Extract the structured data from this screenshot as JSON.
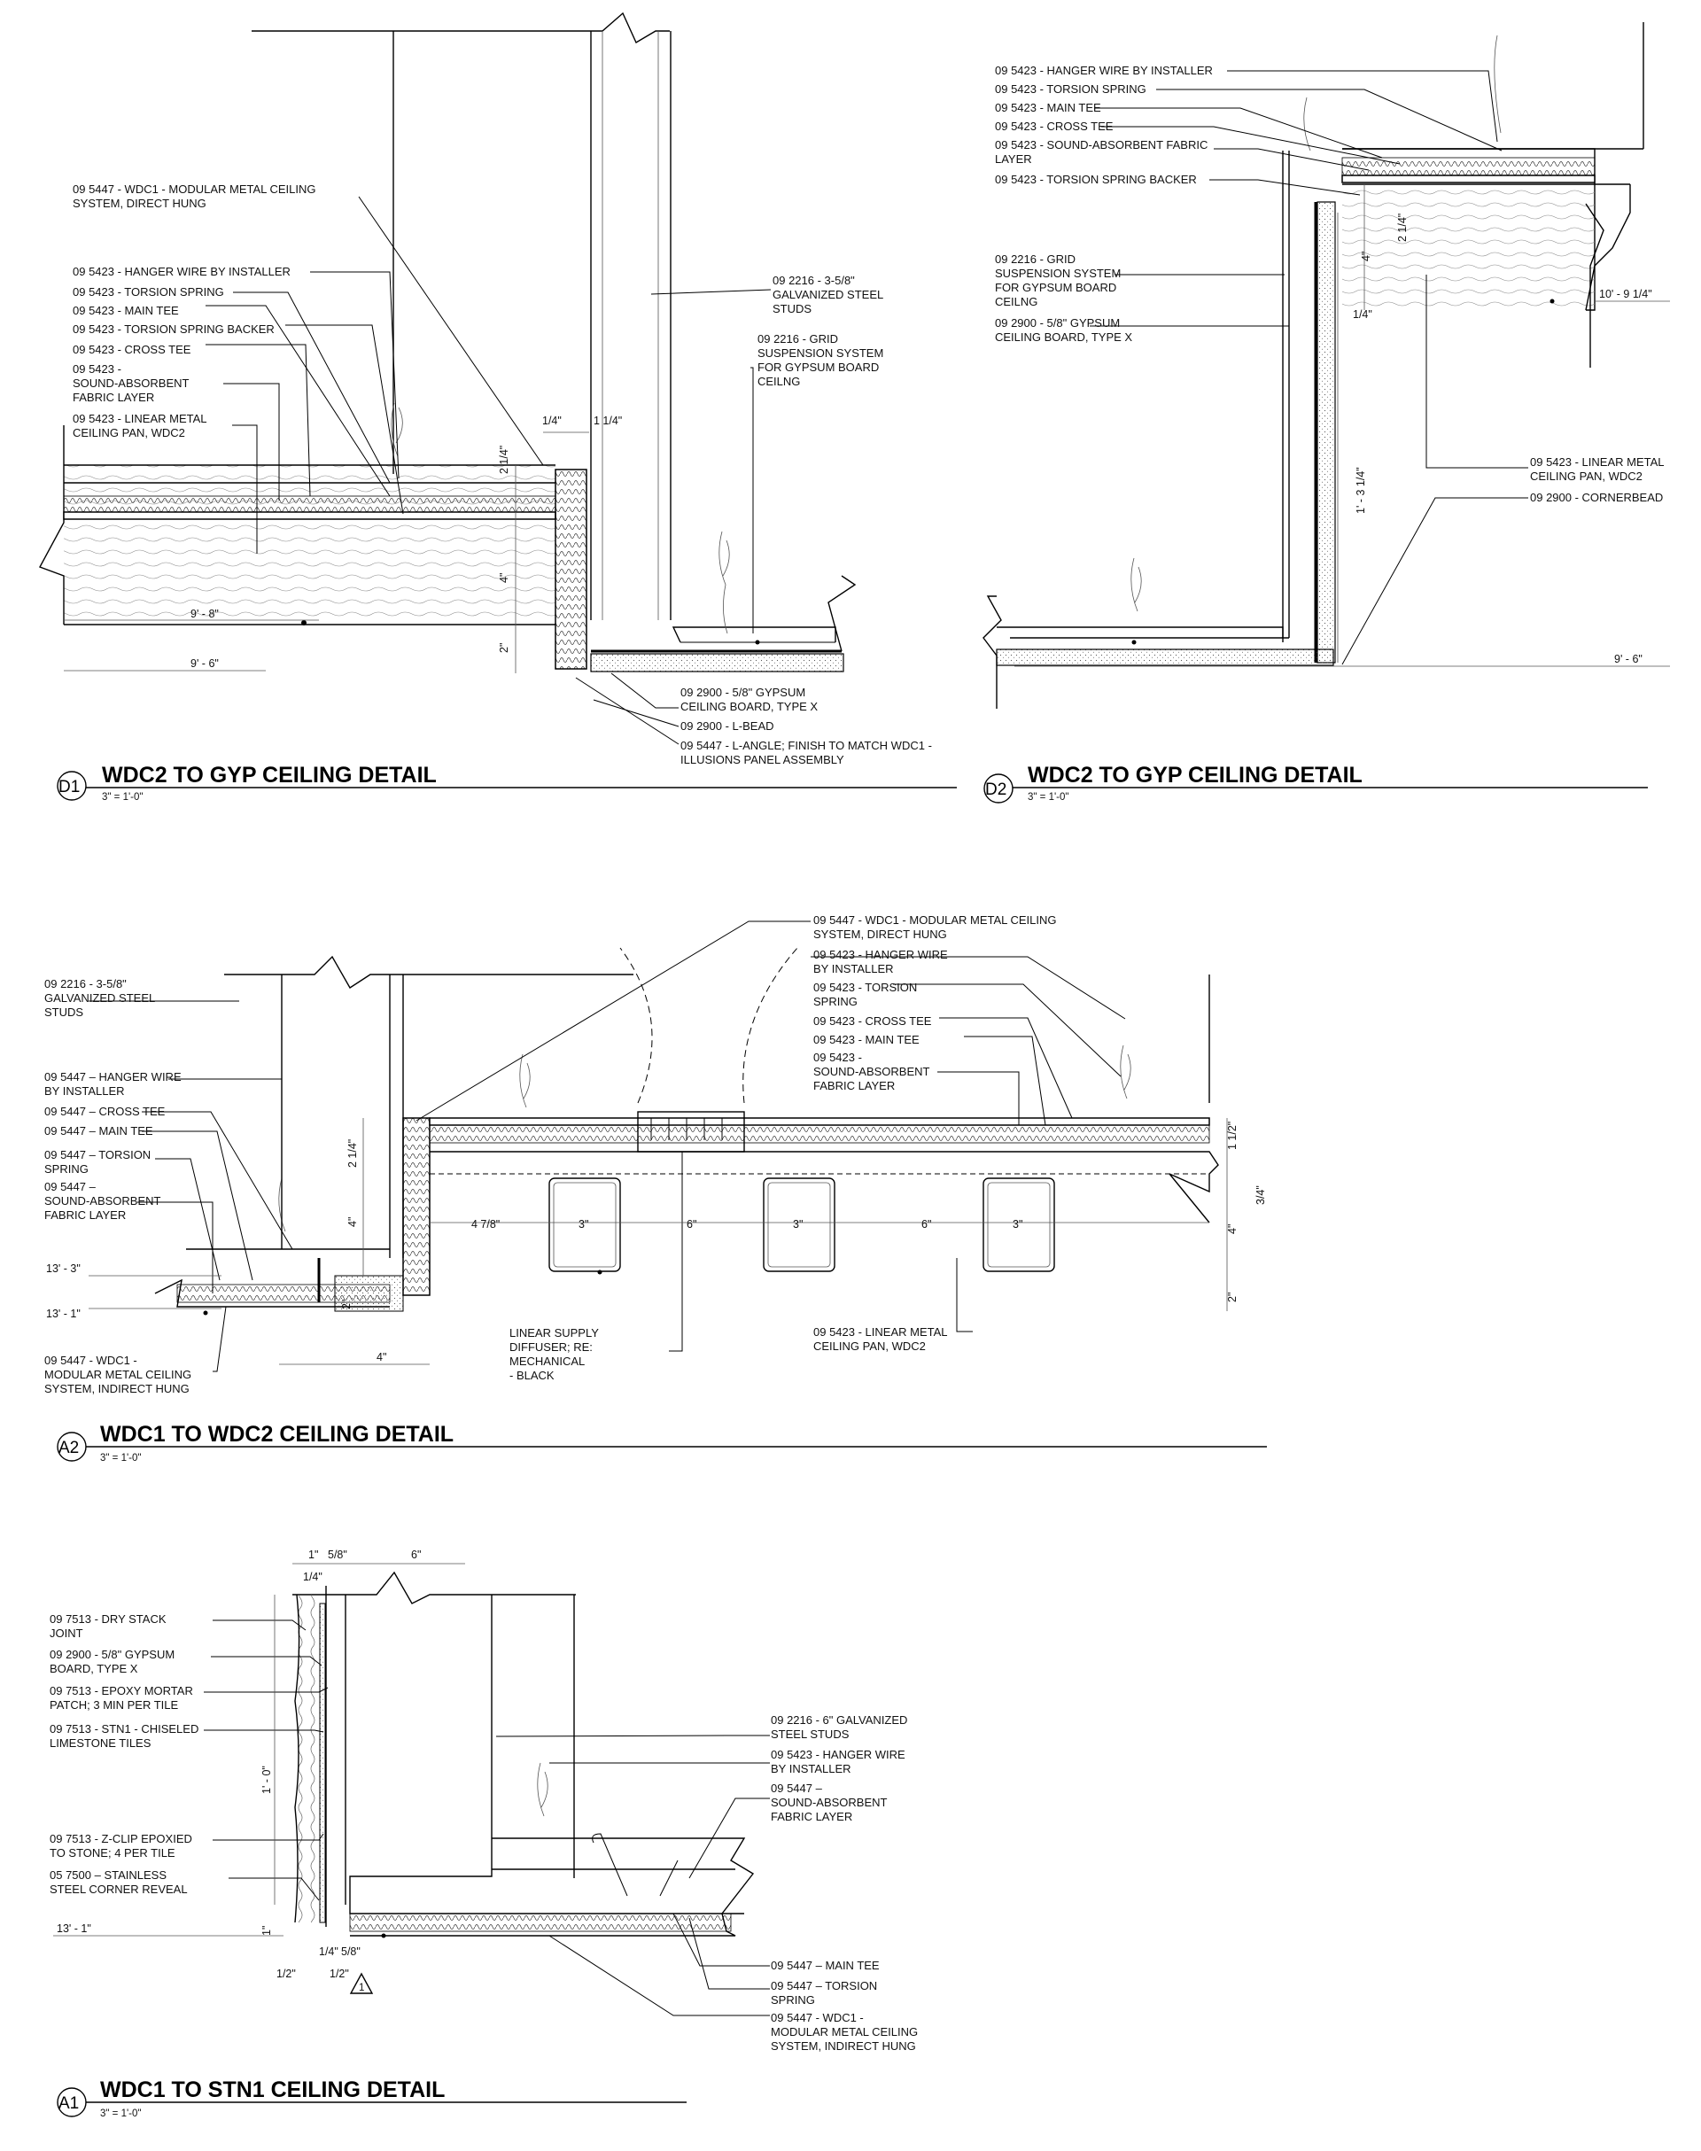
{
  "details": {
    "d1": {
      "tag": "D1",
      "title": "WDC2 TO GYP CEILING DETAIL",
      "scale": "3\" = 1'-0\"",
      "labels": [
        "09 5447 - WDC1 - MODULAR METAL CEILING",
        "SYSTEM, DIRECT HUNG",
        "09 5423 - HANGER WIRE BY INSTALLER",
        "09 5423 - TORSION SPRING",
        "09 5423 - MAIN TEE",
        "09 5423 - TORSION SPRING BACKER",
        "09 5423 - CROSS TEE",
        "09 5423 -",
        "SOUND-ABSORBENT",
        "FABRIC LAYER",
        "09 5423 - LINEAR METAL",
        "CEILING PAN, WDC2",
        "09 2216 - 3-5/8\"",
        "GALVANIZED STEEL",
        "STUDS",
        "09 2216 - GRID",
        "SUSPENSION SYSTEM",
        "FOR GYPSUM BOARD",
        "CEILNG",
        "09 2900 - 5/8\" GYPSUM",
        "CEILING BOARD, TYPE X",
        "09 2900 - L-BEAD",
        "09 5447 - L-ANGLE; FINISH TO MATCH WDC1 -",
        "ILLUSIONS PANEL ASSEMBLY"
      ],
      "dims": [
        "1/4\"",
        "1 1/4\"",
        "2 1/4\"",
        "4\"",
        "2\"",
        "9' - 8\"",
        "9' - 6\""
      ]
    },
    "d2": {
      "tag": "D2",
      "title": "WDC2 TO GYP CEILING DETAIL",
      "scale": "3\" = 1'-0\"",
      "labels": [
        "09 5423 - HANGER WIRE BY INSTALLER",
        "09 5423 - TORSION SPRING",
        "09 5423 - MAIN TEE",
        "09 5423 - CROSS TEE",
        "09 5423 - SOUND-ABSORBENT FABRIC",
        "LAYER",
        "09 5423 - TORSION SPRING BACKER",
        "09 2216 - GRID",
        "SUSPENSION SYSTEM",
        "FOR GYPSUM BOARD",
        "CEILNG",
        "09 2900 - 5/8\" GYPSUM",
        "CEILING BOARD, TYPE X",
        "09 5423 - LINEAR METAL",
        "CEILING PAN, WDC2",
        "09 2900 - CORNERBEAD"
      ],
      "dims": [
        "2 1/4\"",
        "4\"",
        "1/4\"",
        "1' - 3 1/4\"",
        "10' - 9 1/4\"",
        "9' - 6\""
      ]
    },
    "a2": {
      "tag": "A2",
      "title": "WDC1 TO WDC2 CEILING DETAIL",
      "scale": "3\" = 1'-0\"",
      "labels": [
        "09 2216 - 3-5/8\"",
        "GALVANIZED STEEL",
        "STUDS",
        "09 5447 – HANGER WIRE",
        "BY INSTALLER",
        "09 5447 – CROSS TEE",
        "09 5447 – MAIN TEE",
        "09 5447 – TORSION",
        "SPRING",
        "09 5447 –",
        "SOUND-ABSORBENT",
        "FABRIC LAYER",
        "09 5447 - WDC1 -",
        "MODULAR METAL CEILING",
        "SYSTEM, INDIRECT HUNG",
        "09 5447 - WDC1 - MODULAR METAL CEILING",
        "SYSTEM, DIRECT HUNG",
        "09 5423 - HANGER WIRE",
        "BY INSTALLER",
        "09 5423 - TORSION",
        "SPRING",
        "09 5423 - CROSS TEE",
        "09 5423 - MAIN TEE",
        "09 5423 -",
        "SOUND-ABSORBENT",
        "FABRIC LAYER",
        "LINEAR SUPPLY",
        "DIFFUSER; RE:",
        "MECHANICAL",
        " - BLACK",
        "09 5423 - LINEAR METAL",
        "CEILING PAN, WDC2"
      ],
      "dims": [
        "2 1/4\"",
        "4\"",
        "4 7/8\"",
        "3\"",
        "6\"",
        "3\"",
        "6\"",
        "3\"",
        "1 1/2\"",
        "3/4\"",
        "4\"",
        "2\"",
        "13' - 3\"",
        "13' - 1\"",
        "2\"",
        "4\""
      ]
    },
    "a1": {
      "tag": "A1",
      "title": "WDC1 TO STN1 CEILING DETAIL",
      "scale": "3\" = 1'-0\"",
      "labels": [
        "09 7513 - DRY STACK",
        "JOINT",
        "09 2900 - 5/8\" GYPSUM",
        "BOARD, TYPE X",
        "09 7513 - EPOXY MORTAR",
        "PATCH; 3 MIN PER TILE",
        "09 7513 - STN1 - CHISELED",
        "LIMESTONE TILES",
        "09 7513 - Z-CLIP EPOXIED",
        "TO STONE; 4 PER TILE",
        "05 7500 – STAINLESS",
        "STEEL CORNER REVEAL",
        "09 2216 - 6\" GALVANIZED",
        "STEEL STUDS",
        "09 5423 - HANGER WIRE",
        "BY INSTALLER",
        "09 5447 –",
        "SOUND-ABSORBENT",
        "FABRIC LAYER",
        "09 5447 – MAIN TEE",
        "09 5447 – TORSION",
        "SPRING",
        "09 5447 - WDC1 -",
        "MODULAR METAL CEILING",
        "SYSTEM, INDIRECT HUNG"
      ],
      "dims": [
        "1\"",
        "5/8\"",
        "6\"",
        "1/4\"",
        "1' - 0\"",
        "1\"",
        "13' - 1\"",
        "1/4\"",
        "5/8\"",
        "1/2\"",
        "1/2\""
      ],
      "section_mark": "1"
    }
  },
  "colors": {
    "ink": "#000000",
    "paper": "#ffffff",
    "hatch": "#777777"
  }
}
